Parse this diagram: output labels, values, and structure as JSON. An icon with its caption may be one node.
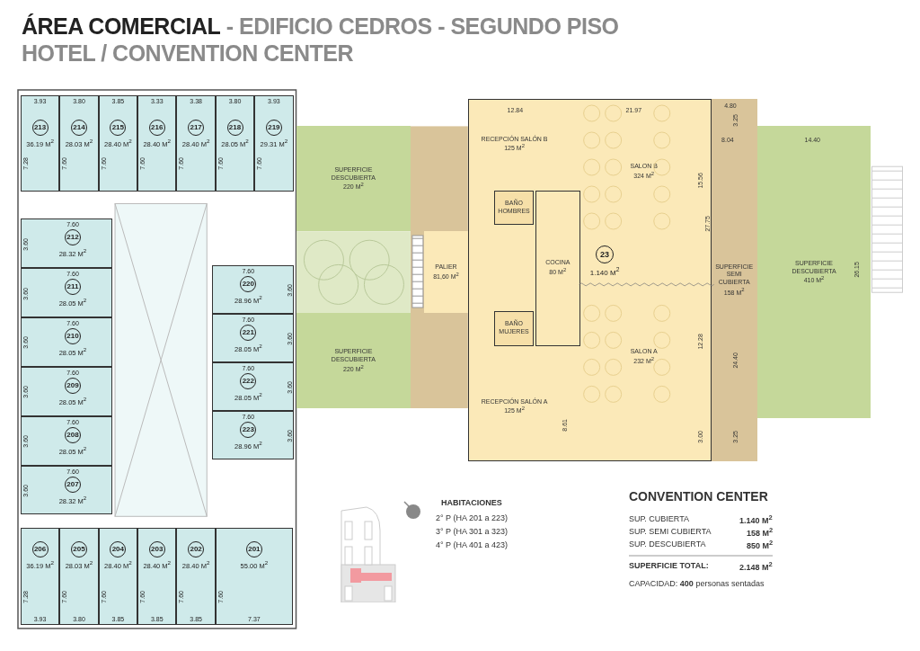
{
  "diagram": {
    "title": "**ÁREA COMERCIAL** - EDIFICIO CEDROS - SEGUNDO PISO HOTEL / CONVENTION CENTER",
    "nodes": [
      {
        "text": [
          "3.93",
          "213",
          "36.19 M$^{2}$",
          "7.28"
        ]
      },
      {
        "text": [
          "3.80",
          "214",
          "28.03 M$^{2}$",
          "7.60"
        ]
      },
      {
        "text": [
          "3.85",
          "215",
          "28.40 M$^{2}$",
          "7.60"
        ]
      },
      {
        "text": [
          "3.33",
          "216",
          "28.40 M$^{2}$",
          "7.60"
        ]
      },
      {
        "text": [
          "3.38",
          "217",
          "28.40 M$^{2}$",
          "7.60"
        ]
      },
      {
        "text": [
          "3.80",
          "218",
          "28.05 M$^{2}$",
          "7.60"
        ]
      },
      {
        "text": [
          "3.93",
          "219",
          "29.31 M$^{2}$",
          "7.60"
        ]
      },
      {
        "text": [
          "7.60",
          "212",
          "28.32 M$^{2}$",
          "3.60"
        ]
      },
      {
        "text": [
          "7.60",
          "211",
          "28.05 M$^{2}$",
          "3.60"
        ]
      },
      {
        "text": [
          "7.60",
          "210",
          "28.05 M$^{2}$",
          "3.60"
        ]
      },
      {
        "text": [
          "7.60",
          "209",
          "28.05 M$^{2}$",
          "3.60"
        ]
      },
      {
        "text": [
          "7.60",
          "208",
          "28.05 M$^{2}$",
          "3.60"
        ]
      },
      {
        "text": [
          "7.60",
          "207",
          "28.32 M$^{2}$",
          "3.60"
        ]
      },
      {
        "text": [
          "7.60",
          "220",
          "28.96 M$^{2}$",
          "3.60"
        ]
      },
      {
        "text": [
          "7.60",
          "221",
          "28.05 M$^{2}$",
          "3.60"
        ]
      },
      {
        "text": [
          "7.60",
          "222",
          "28.05 M$^{2}$",
          "3.60"
        ]
      },
      {
        "text": [
          "7.60",
          "223",
          "28.96 M$^{2}$",
          "3.60"
        ]
      },
      {
        "text": [
          "206",
          "36.19 M$^{2}$",
          "7.28",
          "3.93"
        ]
      },
      {
        "text": [
          "205",
          "28.03 M$^{2}$",
          "7.60",
          "3.80"
        ]
      },
      {
        "text": [
          "204",
          "28.40 M$^{2}$",
          "7.60",
          "3.85"
        ]
      },
      {
        "text": [
          "203",
          "28.40 M$^{2}$",
          "7.60",
          "3.85"
        ]
      },
      {
        "text": [
          "202",
          "28.40 M$^{2}$",
          "7.60",
          "3.85"
        ]
      },
      {
        "text": [
          "201",
          "55.00 M$^{2}$",
          "7.60",
          "7.37"
        ]
      },
      {
        "text": [
          "SUPERFICIE DESCUBIERTA",
          "220 M$^{2}$"
        ]
      },
      {
        "text": [
          "23",
          "1.140 M$^{2}$"
        ]
      },
      {
        "text": [
          "RECEPCIÓN SALÓN B",
          "125 M$^{2}$"
        ],
        "in": 24
      },
      {
        "text": [
          "BAÑO HOMBRES"
        ],
        "in": 24
      },
      {
        "text": [
          "COCINA",
          "80 M$^{2}$"
        ],
        "in": 24
      },
      {
        "text": [
          "BAÑO MUJERES"
        ],
        "in": 24
      },
      {
        "text": [
          "SALON B",
          "324 M$^{2}$"
        ],
        "in": 24
      },
      {
        "text": [
          "SALON A",
          "232 M$^{2}$"
        ],
        "in": 24
      },
      {
        "text": [
          "RECEPCIÓN SALÓN A",
          "125 M$^{2}$"
        ],
        "in": 24
      },
      {
        "text": [
          "PALIER",
          "81,60 M$^{2}$"
        ]
      },
      {
        "text": [
          "SUPERFICIE DESCUBIERTA",
          "220 M$^{2}$"
        ]
      },
      {
        "text": [
          "SUPERFICIE SEMI CUBIERTA",
          "158 M$^{2}$"
        ]
      },
      {
        "text": [
          "SUPERFICIE DESCUBIERTA",
          "410 M$^{2}$"
        ]
      }
    ],
    "labels": [
      "12.84",
      "21.97",
      "4.80",
      "3.25",
      "8.04",
      "14.40",
      "15.56",
      "27.75",
      "24.40",
      "26.15",
      "12.28",
      "8.61",
      "3.00",
      "3.25",
      "HABITACIONES",
      "2° P (HA 201 a 223)",
      "3° P (HA 301 a 323)",
      "4° P (HA 401 a 423)",
      "CONVENTION CENTER",
      "SUP. CUBIERTA",
      "1.140 M$^{2}$",
      "SUP. SEMI CUBIERTA",
      "158 M$^{2}$",
      "SUP. DESCUBIERTA",
      "850 M$^{2}$",
      "SUPERFICIE TOTAL:",
      "2.148 M$^{2}$",
      "CAPACIDAD: **400** personas sentadas"
    ]
  }
}
